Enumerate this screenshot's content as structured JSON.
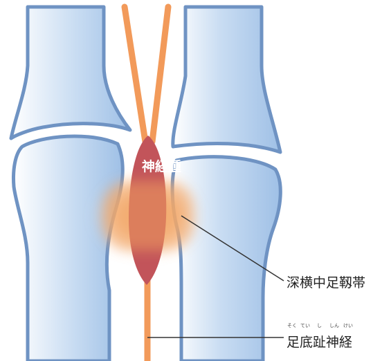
{
  "labels": {
    "neuroma": "神経腫",
    "ligament": "深横中足靱帯",
    "nerve": "足底趾神経",
    "nerve_ruby": [
      "そく",
      "てい",
      "し",
      "しん",
      "けい"
    ]
  },
  "colors": {
    "bone_fill": "#a9c8ea",
    "bone_outline": "#6f93c3",
    "nerve": "#f29a5a",
    "neuroma": "#c2545a",
    "inflammation": "#f2a15f"
  }
}
